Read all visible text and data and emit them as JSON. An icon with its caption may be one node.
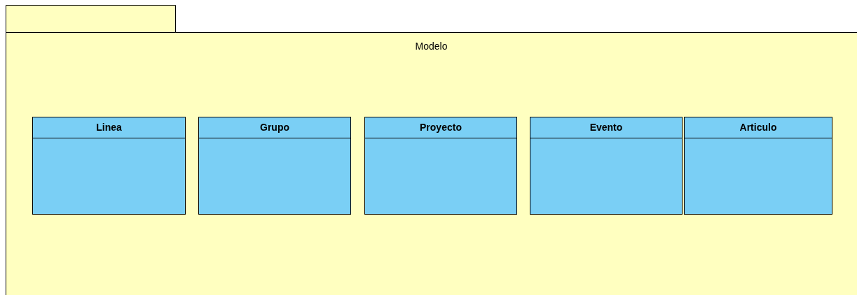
{
  "diagram": {
    "nodes": [
      {
        "text": [
          "Modelo"
        ]
      },
      {
        "text": [
          "Linea"
        ],
        "in": 0
      },
      {
        "text": [
          "Grupo"
        ],
        "in": 0
      },
      {
        "text": [
          "Proyecto"
        ],
        "in": 0
      },
      {
        "text": [
          "Evento"
        ],
        "in": 0
      },
      {
        "text": [
          "Articulo"
        ],
        "in": 0
      }
    ]
  }
}
